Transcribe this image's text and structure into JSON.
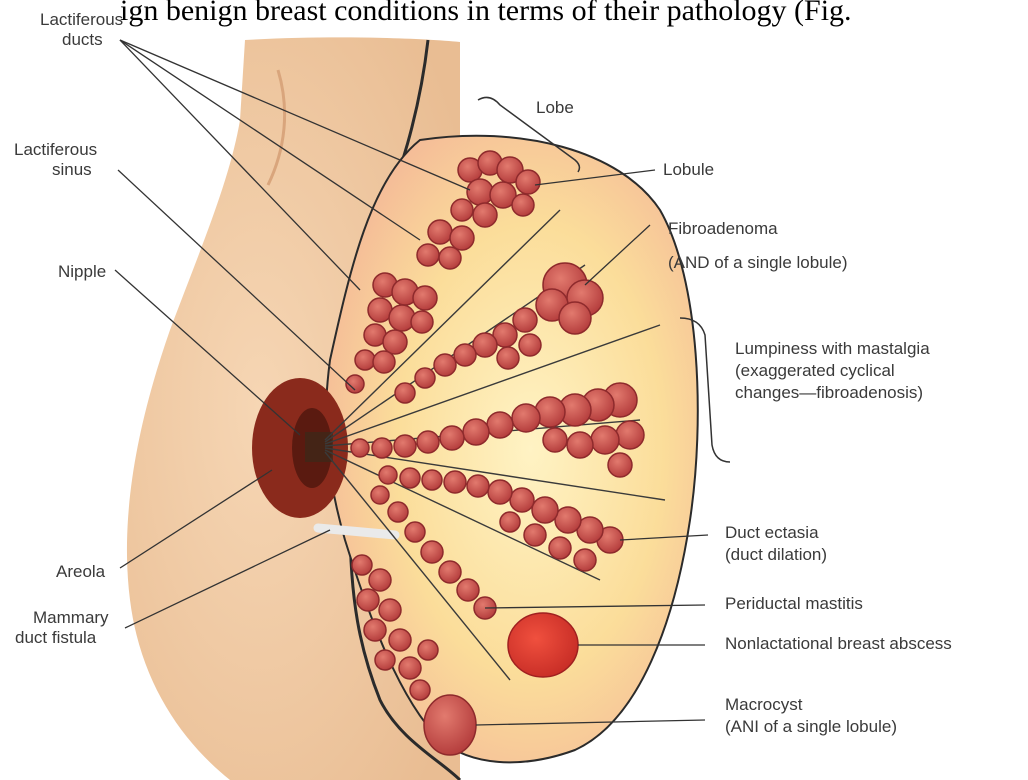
{
  "caption": "ign benign breast conditions in terms of their pathology (Fig.",
  "labels": {
    "lactiferous_ducts": [
      "Lactiferous",
      "ducts"
    ],
    "lactiferous_sinus": [
      "Lactiferous",
      "sinus"
    ],
    "nipple": "Nipple",
    "areola": "Areola",
    "mammary_duct_fistula": [
      "Mammary",
      "duct fistula"
    ],
    "lobe": "Lobe",
    "lobule": "Lobule",
    "fibroadenoma": [
      "Fibroadenoma",
      "(AND of a single lobule)"
    ],
    "lumpiness": [
      "Lumpiness with mastalgia",
      "(exaggerated cyclical",
      "changes—fibroadenosis)"
    ],
    "duct_ectasia": [
      "Duct ectasia",
      "(duct dilation)"
    ],
    "periductal_mastitis": "Periductal mastitis",
    "abscess": "Nonlactational breast abscess",
    "macrocyst": [
      "Macrocyst",
      "(ANI of a single lobule)"
    ]
  },
  "colors": {
    "skin": "#f2cda6",
    "skin_shadow": "#e3b48a",
    "gland_fill": "#fbe6b4",
    "lobule": "#c8494a",
    "lobule_edge": "#8e2a2c",
    "areola": "#8a2a1c",
    "abscess": "#de3a2e",
    "outline": "#2b2b2b"
  }
}
